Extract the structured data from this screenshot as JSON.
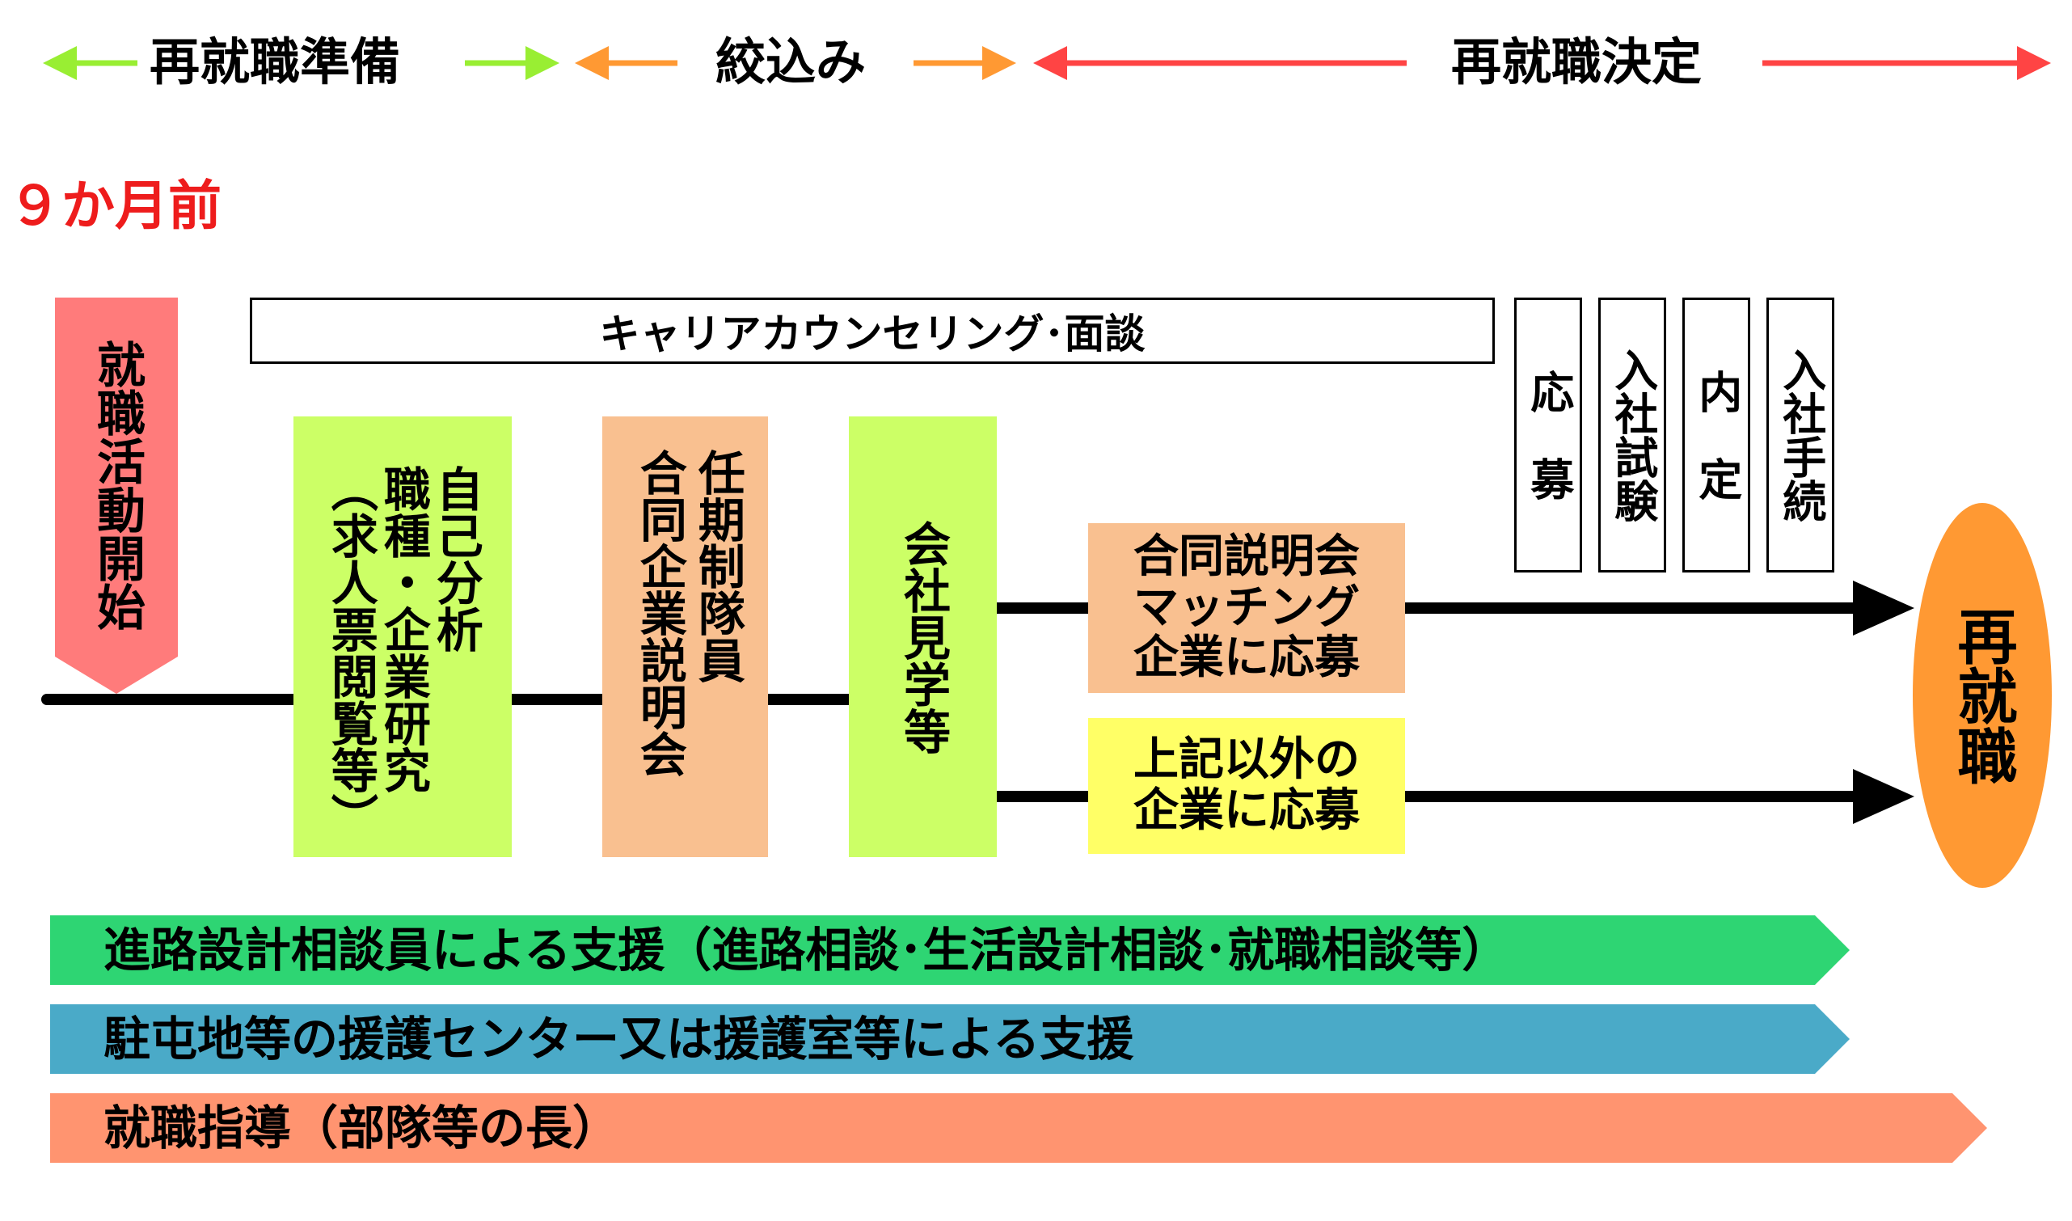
{
  "phases": {
    "prep": "再就職準備",
    "narrow": "絞込み",
    "decision": "再就職決定"
  },
  "start_label": "９か月前",
  "start_box": "就職活動開始",
  "counseling": "キャリアカウンセリング･面談",
  "steps": {
    "self_analysis_col1": "自己分析",
    "self_analysis_col2": "職種・企業研究",
    "self_analysis_col3": "（求人票閲覧等）",
    "briefing_col1": "任期制隊員",
    "briefing_col2": "合同企業説明会",
    "company_visit": "会社見学等",
    "joint_line1": "合同説明会",
    "joint_line2": "マッチング",
    "joint_line3": "企業に応募",
    "other_line1": "上記以外の",
    "other_line2": "企業に応募"
  },
  "stages": [
    "応　募",
    "入社試験",
    "内　定",
    "入社手続"
  ],
  "goal": "再就職",
  "bands": [
    {
      "text": "進路設計相談員による支援（進路相談･生活設計相談･就職相談等）",
      "color": "#2ed573"
    },
    {
      "text": "駐屯地等の援護センター又は援護室等による支援",
      "color": "#4aaac8"
    },
    {
      "text": "就職指導（部隊等の長）",
      "color": "#ff9470"
    }
  ],
  "colors": {
    "prep_arrow": "#99ee33",
    "narrow_arrow": "#ff9933",
    "decision_arrow": "#ff4444",
    "start_box": "#ff7b7b",
    "goal": "#ff9933"
  }
}
